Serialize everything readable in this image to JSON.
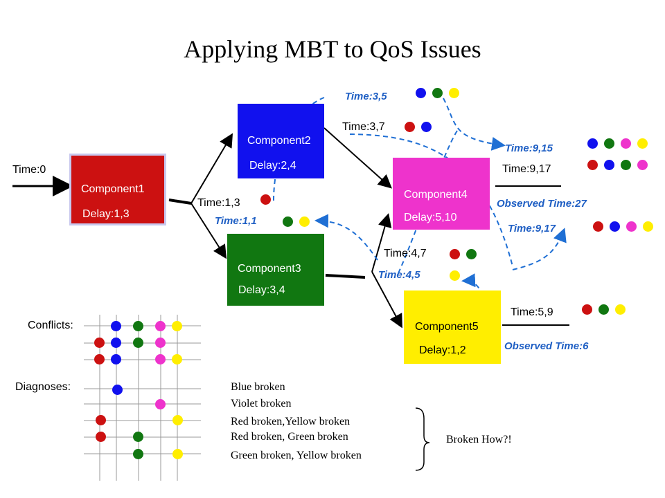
{
  "title": "Applying MBT to QoS Issues",
  "colors": {
    "red": "#cc1111",
    "blue": "#1111ee",
    "green": "#117711",
    "violet": "#ee33cc",
    "yellow": "#ffee00",
    "dashed": "#1f6fd4"
  },
  "components": {
    "c1": {
      "name": "Component1",
      "delay": "Delay:1,3"
    },
    "c2": {
      "name": "Component2",
      "delay": "Delay:2,4"
    },
    "c3": {
      "name": "Component3",
      "delay": "Delay:3,4"
    },
    "c4": {
      "name": "Component4",
      "delay": "Delay:5,10"
    },
    "c5": {
      "name": "Component5",
      "delay": "Delay:1,2"
    }
  },
  "time_labels": {
    "t0": "Time:0",
    "t13": "Time:1,3",
    "t37": "Time:3,7",
    "t47": "Time:4,7",
    "t917": "Time:9,17",
    "t59": "Time:5,9"
  },
  "italic_labels": {
    "t35": "Time:3,5",
    "t11": "Time:1,1",
    "t915": "Time:9,15",
    "obs27": "Observed Time:27",
    "t917i": "Time:9,17",
    "t45": "Time:4,5",
    "obs6": "Observed Time:6"
  },
  "conflicts_label": "Conflicts:",
  "diagnoses_label": "Diagnoses:",
  "diagnoses": [
    "Blue broken",
    "Violet broken",
    "Red broken,Yellow broken",
    "Red broken, Green broken",
    "Green broken, Yellow broken"
  ],
  "broken_how": "Broken How?!"
}
